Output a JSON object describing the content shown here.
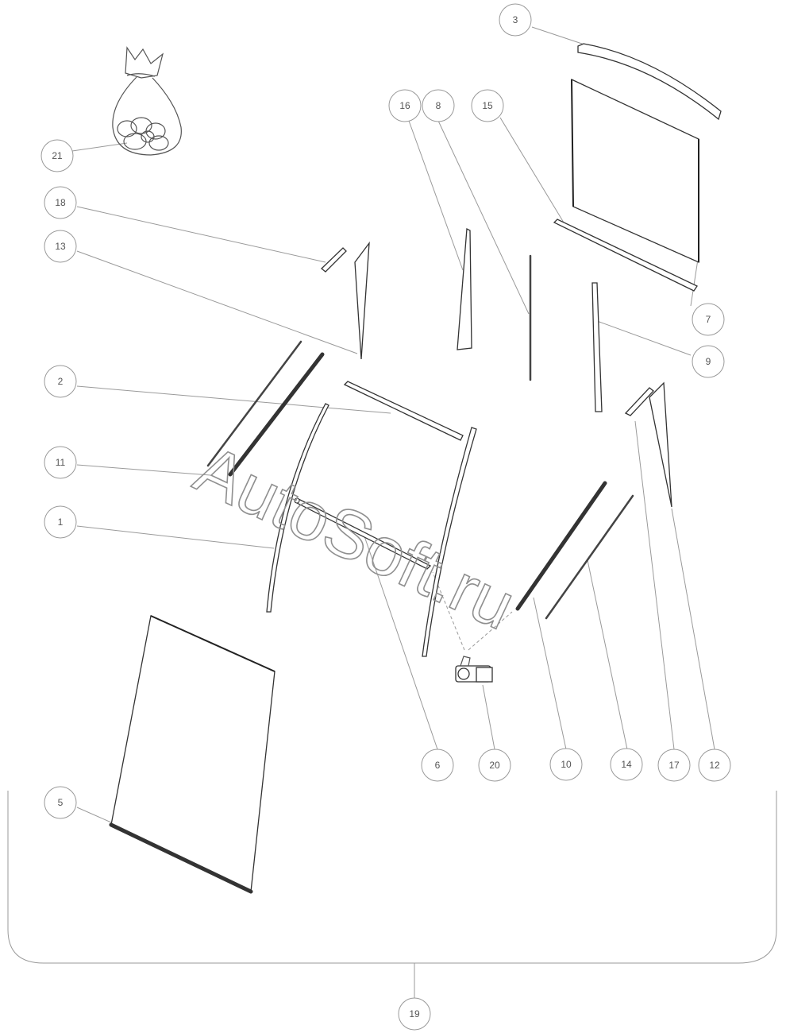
{
  "watermark": "AutoSoft.ru",
  "callouts": [
    {
      "id": "c1",
      "label": "1"
    },
    {
      "id": "c2",
      "label": "2"
    },
    {
      "id": "c3",
      "label": "3"
    },
    {
      "id": "c5",
      "label": "5"
    },
    {
      "id": "c6",
      "label": "6"
    },
    {
      "id": "c7",
      "label": "7"
    },
    {
      "id": "c8",
      "label": "8"
    },
    {
      "id": "c9",
      "label": "9"
    },
    {
      "id": "c10",
      "label": "10"
    },
    {
      "id": "c11",
      "label": "11"
    },
    {
      "id": "c12",
      "label": "12"
    },
    {
      "id": "c13",
      "label": "13"
    },
    {
      "id": "c14",
      "label": "14"
    },
    {
      "id": "c15",
      "label": "15"
    },
    {
      "id": "c16",
      "label": "16"
    },
    {
      "id": "c17",
      "label": "17"
    },
    {
      "id": "c18",
      "label": "18"
    },
    {
      "id": "c19",
      "label": "19"
    },
    {
      "id": "c20",
      "label": "20"
    },
    {
      "id": "c21",
      "label": "21"
    }
  ]
}
